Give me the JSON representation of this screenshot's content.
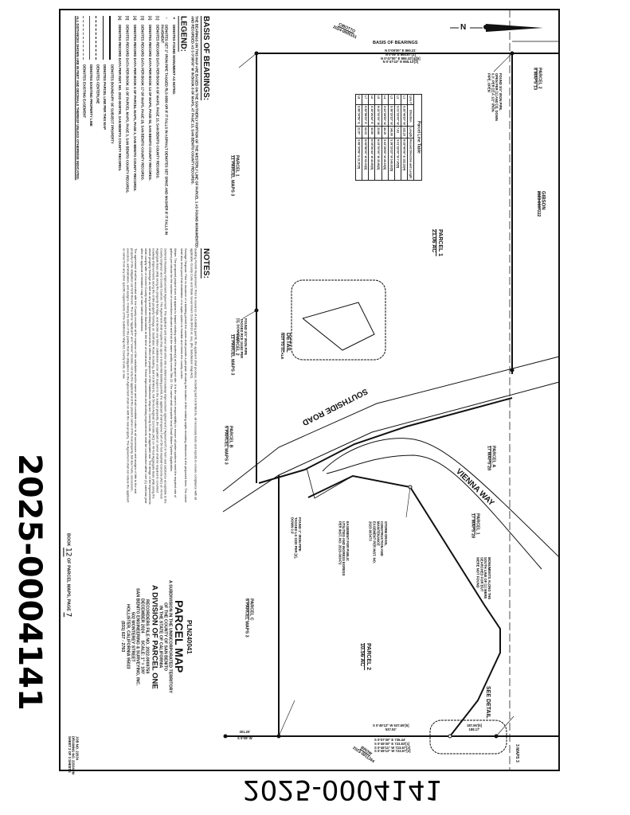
{
  "document": {
    "type": "Parcel Map",
    "recording_number_handwritten": "2025-0004141"
  },
  "basis_of_bearings": {
    "heading": "BASIS OF BEARINGS:",
    "text": "THE BEARINGS ON THIS MAP ARE BASED ON THE SOUTHERLY PORTION OF THE WESTERLY LINE OF PARCEL 1 AS FOUND MONUMENTED AND RECORDED AS S 0°09'00\" W IN BOOK 8 OF MAPS, AT PAGE 13, SAN BENITO COUNTY RECORDS."
  },
  "legend": {
    "heading": "LEGEND:",
    "symbols": [
      {
        "symbol": "●",
        "text": "DENOTES FOUND MONUMENT AS NOTED."
      },
      {
        "symbol": "○",
        "text": "DENOTES SET 2\" IRON PIPE TAGGED RLS 8858 OR IF IT FALLS IN ASPHALT DENOTES SET SPIKE AND WASHER IF IT FALLS IN PAVEMENT"
      }
    ],
    "records": [
      {
        "symbol": "[1]",
        "text": "DENOTES RECORD DATA PER BOOK 8 OF MAPS, PAGE 13, SAN BENITO COUNTY RECORDS."
      },
      {
        "symbol": "[2]",
        "text": "DENOTES RECORD DATA PER BOOK 14 OF MAPS, PAGE 92, SAN BENITO COUNTY RECORDS."
      },
      {
        "symbol": "[3]",
        "text": "DENOTES RECORD DATA PER BOOK 17 OF MAPS, PAGE 28, SAN BENITO COUNTY RECORDS."
      },
      {
        "symbol": "[4]",
        "text": "DENOTES RECORD DATA PER BOOK 6 OF PARCEL MAPS, PAGE 3, SAN BENITO COUNTY RECORDS."
      },
      {
        "symbol": "[5]",
        "text": "DENOTES RECORD DATA PER BOOK 11 OF PARCEL MAPS, PAGE 3, SAN BENITO COUNTY RECORDS."
      },
      {
        "symbol": "[6]",
        "text": "DENOTES RECORD DATA PER INST. NO. 2022-0009759, SAN BENITO COUNTY RECORDS."
      }
    ],
    "lines": [
      {
        "style": "boundary",
        "text": "DENOTES BOUNDARY OF SUBJECT PROPERTY"
      },
      {
        "style": "parcel",
        "text": "DENOTES PARCEL LINE PER THIS MAP"
      },
      {
        "style": "centerline",
        "text": "DENOTES CENTERLINE"
      },
      {
        "style": "existing",
        "text": "DENOTES EXISTING PROPERTY LINE"
      },
      {
        "style": "easement",
        "text": "DENOTES EXISTING EASEMENT"
      }
    ],
    "footer": "ALL DISTANCES SHOWN ARE IN FEET AND DECIMALS THEREOF UNLESS OTHERWISE INDICATED."
  },
  "notes": {
    "heading": "NOTES:",
    "paragraphs": [
      "Building Permit Requirement: Prior to issuance of a building permit, the applicant shall produce, including but not limited to, all necessary tests and reports to ensure compliance with all applicable County Code and State Government Code 66410 et. seq. (the Subdivision Map Act).",
      "Sewage Disposal: Prior to issuance of a building permit the owner shall provide a plot plan showing the location of the existing septic including distances to the proposed lines. The owner shall also show proof that installation of a septic system is feasible and meets the county codes.",
      "Water: The proposed project does not appear to impact existing water system(s) at the project site. It is the owner's responsibility to ensure all water systems meet the required rate of gallons per minute for the number of connections allowed and that the water quality meets Title 22. The owner shall complete local Small Water System Application.",
      "Deferred Roadway Improvement Agreement: The applicant and owner shall enter into a deferred roadway improvement agreement (\"Agreement\") in form and substance acceptable to the County Engineer and County Counsel. The Agreement shall require that, upon a residential building permit, the applicant shall improve half of 50-foot Asphalt Concrete (AC) on 40-foot Aggregate base (AB) along the property frontage, and decide any future subdivision occur with respect to the subject property, the applicant or owner shall be required to construct roadway improvements along the entire property frontage on Southside Road, including, but not limited to, full 50-foot Asphalt Concrete (AC) on 40-foot Aggregate Base (AB) along the whole property frontage as well as any and all ancillary improvements to effect the purposes of the Subdivision Map Act, County Code, and applicable law. The design of the improvements shall comply with or exceed County improvement Standards at the time of construction. These improvements and ancillary improvements shall be constructed within one (1) calendar year after the approval of tentative map of said further subdivision.",
      "The agreement shall be recorded with the County recorder at the expense of the subdivider and/or owner and shall constitute notice to all successors and assigns of title to the real property of the obligation set forth therein. The terms \"applicant\" and \"owner\" include, not only the applicant and the present owner of the real property, but also heirs, successors, executors, administrators, and assigns. It being the intent of the parties that the obligations in the Agreement shall run with the real property. The Agreement shall not relieve the applicant or owner from any other specific requirements of the Subdivision Map Act, County Code, or law."
    ]
  },
  "title_block": {
    "file_no": "PLN240041",
    "title": "PARCEL MAP",
    "subtitle_lines": [
      "A SUBDIVISION IN THE UNINCORPORATED TERRITORY",
      "OF THE COUNTY OF SAN BENITO",
      "IN THE STATE OF CALIFORNIA"
    ],
    "division": "A DIVISION OF PARCEL ONE",
    "recorders_file": "RECORDERS FILE NO. 2022-0009759",
    "date": "DECEMBER 2024",
    "scale": "SCALE: 1\" = 100'",
    "firm": "SAN BENITO ENGINEERING & SURVEYING, INC.",
    "street": "502 MONTEREY STREET",
    "city": "HOLLISTER, CALIFORNIA  95023",
    "phone": "(831) 637 - 2763",
    "book_line": {
      "prefix": "BOOK",
      "book": "12",
      "middle": "OF PARCEL MAPS, PAGE",
      "page": "7"
    },
    "job_info": [
      "JOB NO. 22034",
      "DRAWING NO. 22034PM",
      "SHEET 2 OF 3 SHEETS"
    ]
  },
  "map": {
    "north_label": "N",
    "basis_label": "BASIS OF BEARINGS",
    "basis_bearings": [
      "N 0°09'00\" E   865.31'",
      "N 0°09' E   865.67'[1]",
      "N 0°47'00\" E   859.32'[4][5]",
      "N 0°47'43\" E   865.14'[2]"
    ],
    "stamps": [
      {
        "name": "CIBOTTO",
        "doc": "2024-0005101"
      },
      {
        "name": "BROW",
        "doc": "2023-0011264"
      },
      {
        "name": "GIBSON",
        "doc": "2023-0007222"
      }
    ],
    "parcels": [
      {
        "label": "PARCEL 2",
        "ref": "8 MAPS 13"
      },
      {
        "label": "PARCEL 1",
        "ref": "21.06 AC"
      },
      {
        "label": "PARCEL 1",
        "ref": "11 PARCEL MAPS 3"
      },
      {
        "label": "PARCEL 2",
        "ref": "11 PARCEL MAPS 3"
      },
      {
        "label": "PARCEL B",
        "ref": "6 PARCEL MAPS 3"
      },
      {
        "label": "PARCEL C",
        "ref": "6 PARCEL MAPS 3"
      },
      {
        "label": "PARCEL A",
        "ref": "17 MAPS 28"
      },
      {
        "label": "PARCEL 1",
        "ref": "17 MAPS 28"
      },
      {
        "label": "PARCEL 2",
        "ref": "10.56 AC"
      }
    ],
    "roads": {
      "southside": "SOUTHSIDE ROAD",
      "vienna": "VIENNA WAY"
    },
    "detail": {
      "title": "DETAIL",
      "subtitle": "NOT TO SCALE"
    },
    "see_detail": "SEE DETAIL",
    "three_maps": "3 MAPS 3",
    "bottom_bearings": [
      "S 0°49'12\" W  537.65'[6]",
      "537.53'",
      "S 0°07'30\" E   735.44'",
      "S 0°49'30\" E   723.83'[1]",
      "S 0°49'11\" W   723.67'[2]",
      "S 0°49'12\" W   722.67'[3]"
    ],
    "bottom_left_dist": [
      "301.20'",
      "S 0°09' W"
    ],
    "cloud_dist": [
      "187.96'[5]",
      "188.17'"
    ],
    "monument_notes": [
      "FOUND 3/4\" IRON PIPE, OPEN PER [1] AND [3], DOWN 0.3', PER [2] A 1/2\" IRON PIPE, OPEN",
      "FOUND 3/4\" IRON PIPE TAGGED RCE 10462 PER [5], DOWN 1.0'",
      "FOUND 1\" IRON PIPE TAGGED LS 3220 PER [2], DOWN 0.5'",
      "EASEMENT FOR PUBLIC UTILITIES AND INGRESS EGRESS PER INST. NO. 2023-003472",
      "STORM DRAIN, CONSTRUCTION AND MAINTENANCE EASEMENT PER INST. NO. 2023-003473",
      "MONUMENTS ALONG THE SOUTH LINE OF [1] WERE SEARCHED FOR BUT WERE NOT FOUND"
    ]
  },
  "parcel_line_table": {
    "title": "Parcel Line Table",
    "columns": [
      "Line #",
      "Direction",
      "Length",
      "Record Direction and Length"
    ],
    "rows": [
      [
        "L1",
        "S 26°49'20\" W",
        "122.23",
        "N 26°49'06\" E 122.22[4]"
      ],
      [
        "L2",
        "S 01°03'00\" W",
        "7.63",
        "S 01°22'00\" W 7.65[5]"
      ],
      [
        "L3",
        "S 38°20'20\" W",
        "149.90",
        "S 38°20'20\" W 149.90[5]"
      ],
      [
        "L4",
        "S 62°28'53\" W",
        "49.15",
        "S 62°28'53\" W 49.15[5]"
      ],
      [
        "L5",
        "N 21°00'00\" W",
        "33.86",
        "N 21°00'00\" W 33.86[5]"
      ],
      [
        "L6",
        "S 39°26'44\" E",
        "43.50",
        "N 39°26'44\" W 43.50[5]"
      ],
      [
        "L7",
        "S 52°58'00\" E",
        "62.03",
        "N 52°58'00\" W 62.03[5]"
      ],
      [
        "L8",
        "S 88°34'56\" E",
        "21.57",
        "S 88°34'56\" E 21.57[5]"
      ]
    ]
  }
}
